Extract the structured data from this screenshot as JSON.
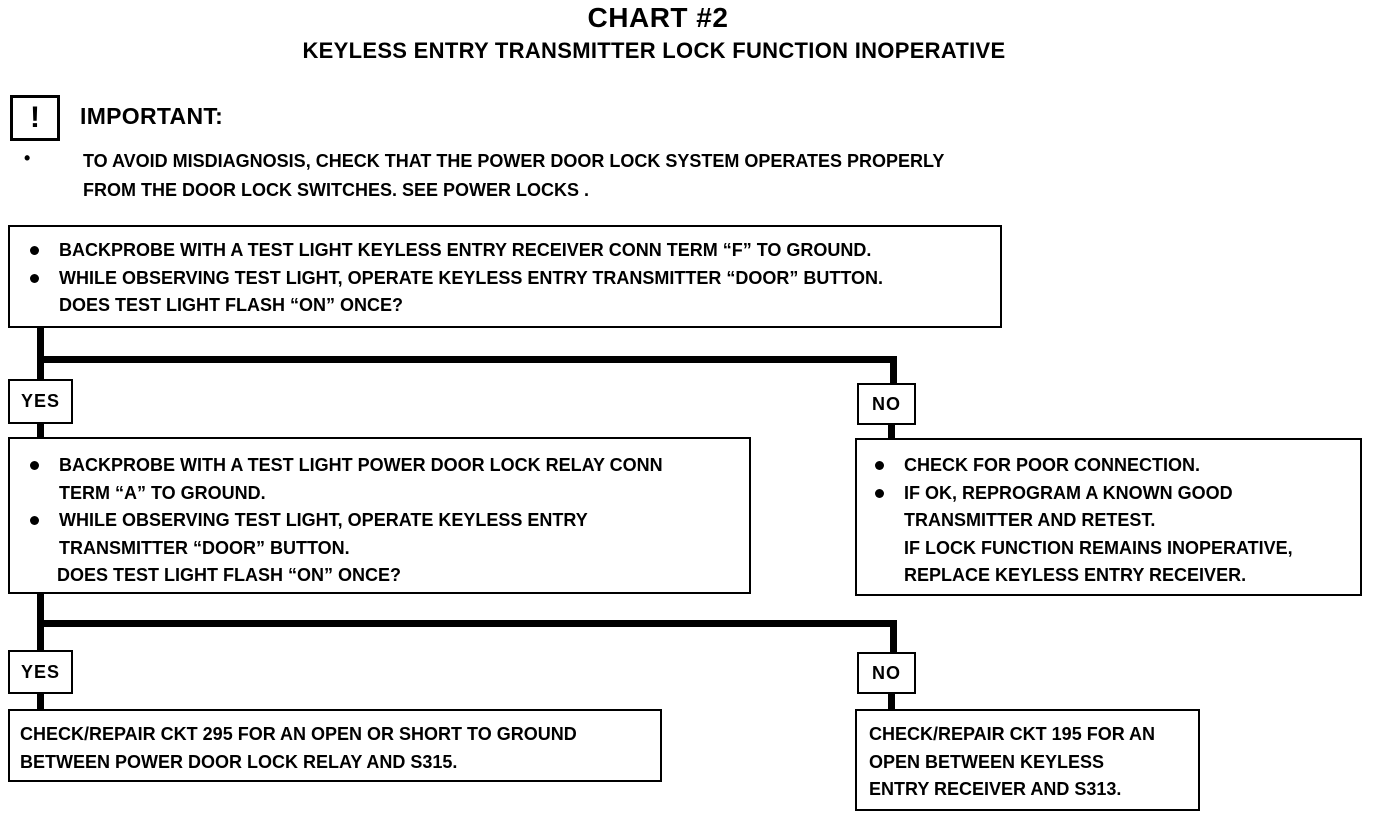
{
  "header": {
    "title": "CHART #2",
    "subtitle": "KEYLESS ENTRY TRANSMITTER LOCK FUNCTION INOPERATIVE"
  },
  "important": {
    "icon_symbol": "!",
    "icon": "exclamation-box-icon",
    "label": "IMPORTANT:",
    "bullet": "•",
    "lines": [
      "TO AVOID MISDIAGNOSIS, CHECK THAT THE POWER DOOR LOCK SYSTEM OPERATES PROPERLY",
      "FROM THE DOOR LOCK SWITCHES.  SEE  POWER LOCKS ."
    ]
  },
  "step1": {
    "lines": [
      "BACKPROBE WITH A TEST LIGHT KEYLESS ENTRY RECEIVER CONN TERM “F” TO GROUND.",
      "WHILE OBSERVING TEST LIGHT, OPERATE KEYLESS ENTRY TRANSMITTER “DOOR” BUTTON.",
      "DOES TEST LIGHT FLASH “ON” ONCE?"
    ]
  },
  "branch1": {
    "yes": "YES",
    "no": "NO"
  },
  "step2_yes": {
    "lines": [
      "BACKPROBE WITH A TEST LIGHT POWER DOOR LOCK RELAY CONN",
      "TERM “A” TO GROUND.",
      "WHILE OBSERVING TEST LIGHT, OPERATE KEYLESS ENTRY",
      "TRANSMITTER “DOOR” BUTTON.",
      "DOES TEST LIGHT FLASH “ON” ONCE?"
    ]
  },
  "step2_no": {
    "lines": [
      "CHECK FOR POOR CONNECTION.",
      "IF OK, REPROGRAM A KNOWN GOOD",
      "TRANSMITTER AND RETEST.",
      "IF LOCK FUNCTION REMAINS INOPERATIVE,",
      "REPLACE KEYLESS ENTRY RECEIVER."
    ]
  },
  "branch2": {
    "yes": "YES",
    "no": "NO"
  },
  "result_yes": {
    "lines": [
      "CHECK/REPAIR CKT 295 FOR AN OPEN OR SHORT TO GROUND",
      "BETWEEN POWER DOOR LOCK RELAY AND S315."
    ]
  },
  "result_no": {
    "lines": [
      "CHECK/REPAIR CKT 195 FOR AN",
      "OPEN BETWEEN KEYLESS",
      "ENTRY RECEIVER AND S313."
    ]
  }
}
